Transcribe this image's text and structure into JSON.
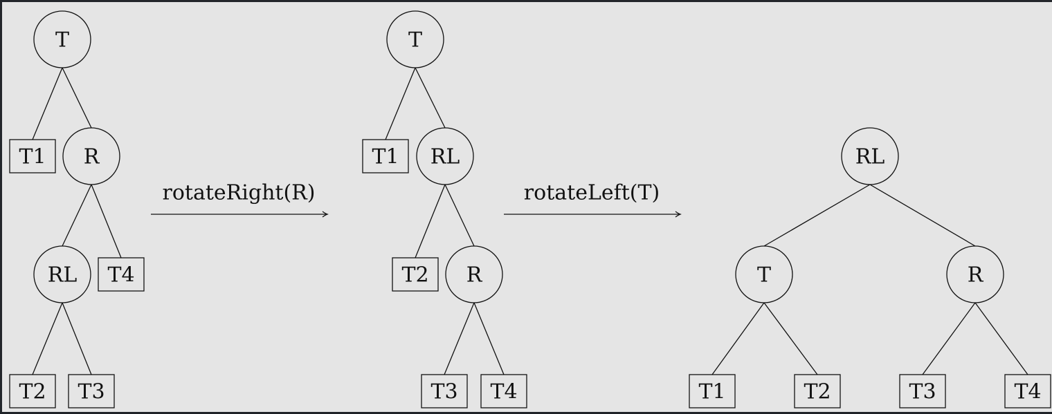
{
  "diagrams": [
    {
      "nodes": [
        {
          "id": "d1-T",
          "label": "T",
          "shape": "circle"
        },
        {
          "id": "d1-T1",
          "label": "T1",
          "shape": "box"
        },
        {
          "id": "d1-R",
          "label": "R",
          "shape": "circle"
        },
        {
          "id": "d1-RL",
          "label": "RL",
          "shape": "circle"
        },
        {
          "id": "d1-T4",
          "label": "T4",
          "shape": "box"
        },
        {
          "id": "d1-T2",
          "label": "T2",
          "shape": "box"
        },
        {
          "id": "d1-T3",
          "label": "T3",
          "shape": "box"
        }
      ],
      "edges": [
        [
          "d1-T",
          "d1-T1"
        ],
        [
          "d1-T",
          "d1-R"
        ],
        [
          "d1-R",
          "d1-RL"
        ],
        [
          "d1-R",
          "d1-T4"
        ],
        [
          "d1-RL",
          "d1-T2"
        ],
        [
          "d1-RL",
          "d1-T3"
        ]
      ]
    },
    {
      "nodes": [
        {
          "id": "d2-T",
          "label": "T",
          "shape": "circle"
        },
        {
          "id": "d2-T1",
          "label": "T1",
          "shape": "box"
        },
        {
          "id": "d2-RL",
          "label": "RL",
          "shape": "circle"
        },
        {
          "id": "d2-T2",
          "label": "T2",
          "shape": "box"
        },
        {
          "id": "d2-R",
          "label": "R",
          "shape": "circle"
        },
        {
          "id": "d2-T3",
          "label": "T3",
          "shape": "box"
        },
        {
          "id": "d2-T4",
          "label": "T4",
          "shape": "box"
        }
      ],
      "edges": [
        [
          "d2-T",
          "d2-T1"
        ],
        [
          "d2-T",
          "d2-RL"
        ],
        [
          "d2-RL",
          "d2-T2"
        ],
        [
          "d2-RL",
          "d2-R"
        ],
        [
          "d2-R",
          "d2-T3"
        ],
        [
          "d2-R",
          "d2-T4"
        ]
      ]
    },
    {
      "nodes": [
        {
          "id": "d3-RL",
          "label": "RL",
          "shape": "circle"
        },
        {
          "id": "d3-T",
          "label": "T",
          "shape": "circle"
        },
        {
          "id": "d3-R",
          "label": "R",
          "shape": "circle"
        },
        {
          "id": "d3-T1",
          "label": "T1",
          "shape": "box"
        },
        {
          "id": "d3-T2",
          "label": "T2",
          "shape": "box"
        },
        {
          "id": "d3-T3",
          "label": "T3",
          "shape": "box"
        },
        {
          "id": "d3-T4",
          "label": "T4",
          "shape": "box"
        }
      ],
      "edges": [
        [
          "d3-RL",
          "d3-T"
        ],
        [
          "d3-RL",
          "d3-R"
        ],
        [
          "d3-T",
          "d3-T1"
        ],
        [
          "d3-T",
          "d3-T2"
        ],
        [
          "d3-R",
          "d3-T3"
        ],
        [
          "d3-R",
          "d3-T4"
        ]
      ]
    }
  ],
  "transitions": [
    {
      "id": "arrow-1",
      "label": "rotateRight(R)"
    },
    {
      "id": "arrow-2",
      "label": "rotateLeft(T)"
    }
  ]
}
